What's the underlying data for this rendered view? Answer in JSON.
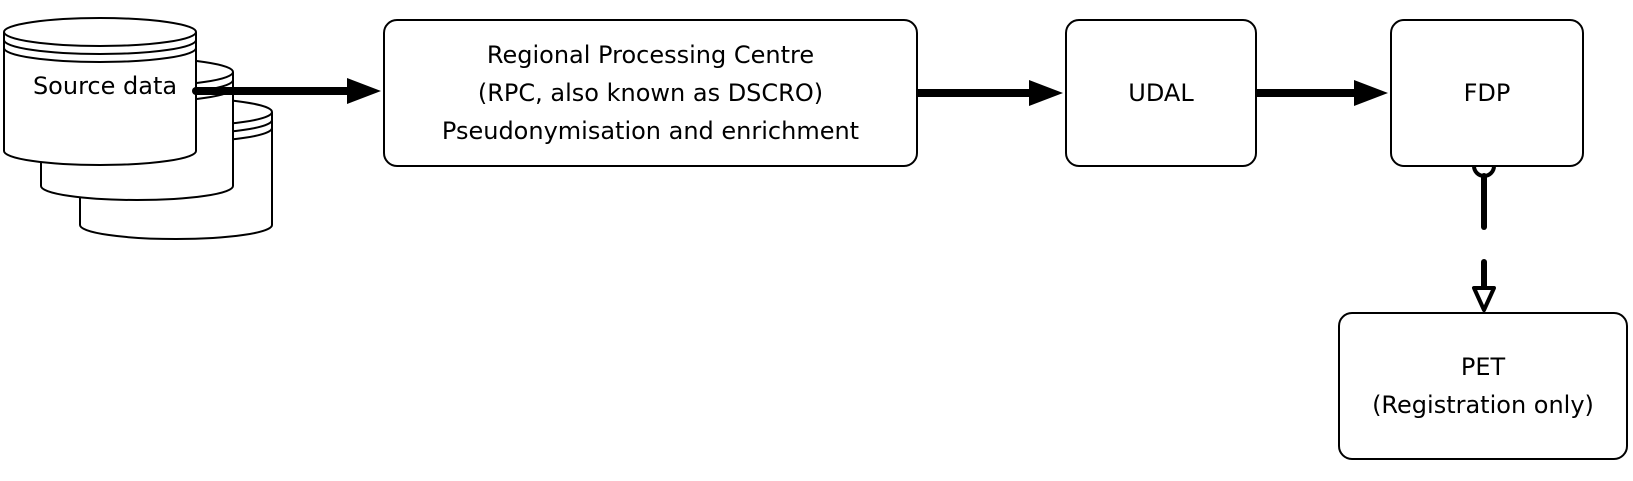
{
  "diagram": {
    "source": {
      "label": "Source data",
      "icon": "stacked-database-icon"
    },
    "rpc": {
      "line1": "Regional Processing Centre",
      "line2": "(RPC, also known as DSCRO)",
      "line3": "Pseudonymisation and enrichment"
    },
    "udal": {
      "label": "UDAL"
    },
    "fdp": {
      "label": "FDP"
    },
    "pet": {
      "line1": "PET",
      "line2": "(Registration only)"
    },
    "colors": {
      "stroke": "#000000",
      "fill": "#ffffff",
      "text": "#000000"
    }
  }
}
